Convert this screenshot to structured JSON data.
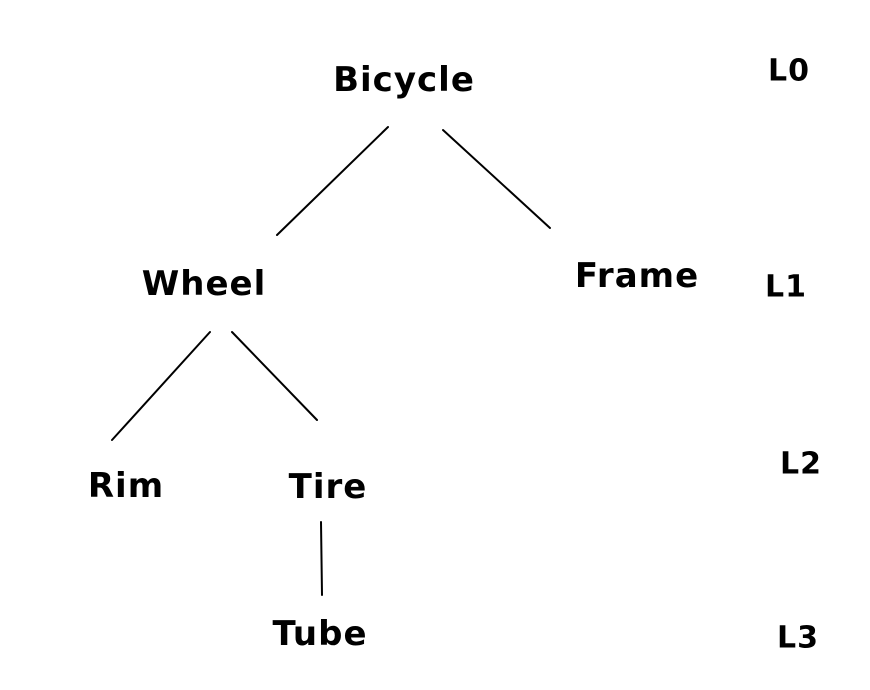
{
  "diagram": {
    "type": "tree",
    "background_color": "#ffffff",
    "ink_color": "#000000",
    "nodes": [
      {
        "id": "bicycle",
        "label": "Bicycle",
        "level": 0
      },
      {
        "id": "wheel",
        "label": "Wheel",
        "level": 1
      },
      {
        "id": "frame",
        "label": "Frame",
        "level": 1
      },
      {
        "id": "rim",
        "label": "Rim",
        "level": 2
      },
      {
        "id": "tire",
        "label": "Tire",
        "level": 2
      },
      {
        "id": "tube",
        "label": "Tube",
        "level": 3
      }
    ],
    "edges": [
      {
        "from": "bicycle",
        "to": "wheel"
      },
      {
        "from": "bicycle",
        "to": "frame"
      },
      {
        "from": "wheel",
        "to": "rim"
      },
      {
        "from": "wheel",
        "to": "tire"
      },
      {
        "from": "tire",
        "to": "tube"
      }
    ],
    "level_labels": [
      {
        "label": "L0"
      },
      {
        "label": "L1"
      },
      {
        "label": "L2"
      },
      {
        "label": "L3"
      }
    ]
  }
}
